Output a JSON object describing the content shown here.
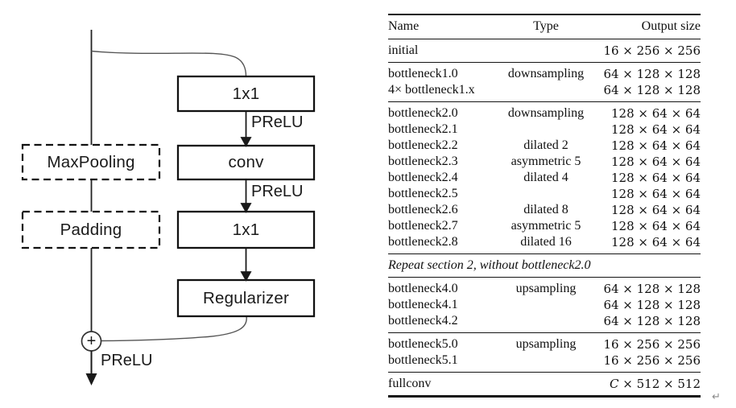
{
  "diagram": {
    "boxes": {
      "conv1x1_top": "1x1",
      "conv": "conv",
      "conv1x1_bottom": "1x1",
      "regularizer": "Regularizer",
      "maxpooling": "MaxPooling",
      "padding": "Padding"
    },
    "activations": {
      "prelu_1": "PReLU",
      "prelu_2": "PReLU",
      "prelu_out": "PReLU"
    },
    "junction_symbol": "+"
  },
  "table": {
    "headers": {
      "name": "Name",
      "type": "Type",
      "output": "Output size"
    },
    "note": "Repeat section 2, without bottleneck2.0",
    "sections": [
      {
        "rows": [
          {
            "name": "initial",
            "type": "",
            "output": "16 × 256 × 256"
          }
        ]
      },
      {
        "rows": [
          {
            "name": "bottleneck1.0",
            "type": "downsampling",
            "output": "64 × 128 × 128"
          },
          {
            "name": "4× bottleneck1.x",
            "type": "",
            "output": "64 × 128 × 128"
          }
        ]
      },
      {
        "rows": [
          {
            "name": "bottleneck2.0",
            "type": "downsampling",
            "output": "128 × 64 × 64"
          },
          {
            "name": "bottleneck2.1",
            "type": "",
            "output": "128 × 64 × 64"
          },
          {
            "name": "bottleneck2.2",
            "type": "dilated 2",
            "output": "128 × 64 × 64"
          },
          {
            "name": "bottleneck2.3",
            "type": "asymmetric 5",
            "output": "128 × 64 × 64"
          },
          {
            "name": "bottleneck2.4",
            "type": "dilated 4",
            "output": "128 × 64 × 64"
          },
          {
            "name": "bottleneck2.5",
            "type": "",
            "output": "128 × 64 × 64"
          },
          {
            "name": "bottleneck2.6",
            "type": "dilated 8",
            "output": "128 × 64 × 64"
          },
          {
            "name": "bottleneck2.7",
            "type": "asymmetric 5",
            "output": "128 × 64 × 64"
          },
          {
            "name": "bottleneck2.8",
            "type": "dilated 16",
            "output": "128 × 64 × 64"
          }
        ]
      },
      {
        "rows": [
          {
            "name": "bottleneck4.0",
            "type": "upsampling",
            "output": "64 × 128 × 128"
          },
          {
            "name": "bottleneck4.1",
            "type": "",
            "output": "64 × 128 × 128"
          },
          {
            "name": "bottleneck4.2",
            "type": "",
            "output": "64 × 128 × 128"
          }
        ]
      },
      {
        "rows": [
          {
            "name": "bottleneck5.0",
            "type": "upsampling",
            "output": "16 × 256 × 256"
          },
          {
            "name": "bottleneck5.1",
            "type": "",
            "output": "16 × 256 × 256"
          }
        ]
      },
      {
        "rows": [
          {
            "name": "fullconv",
            "type": "",
            "output_var": "C",
            "output_rest": " × 512 × 512"
          }
        ]
      }
    ]
  },
  "meta": {
    "return_mark": "↵"
  }
}
